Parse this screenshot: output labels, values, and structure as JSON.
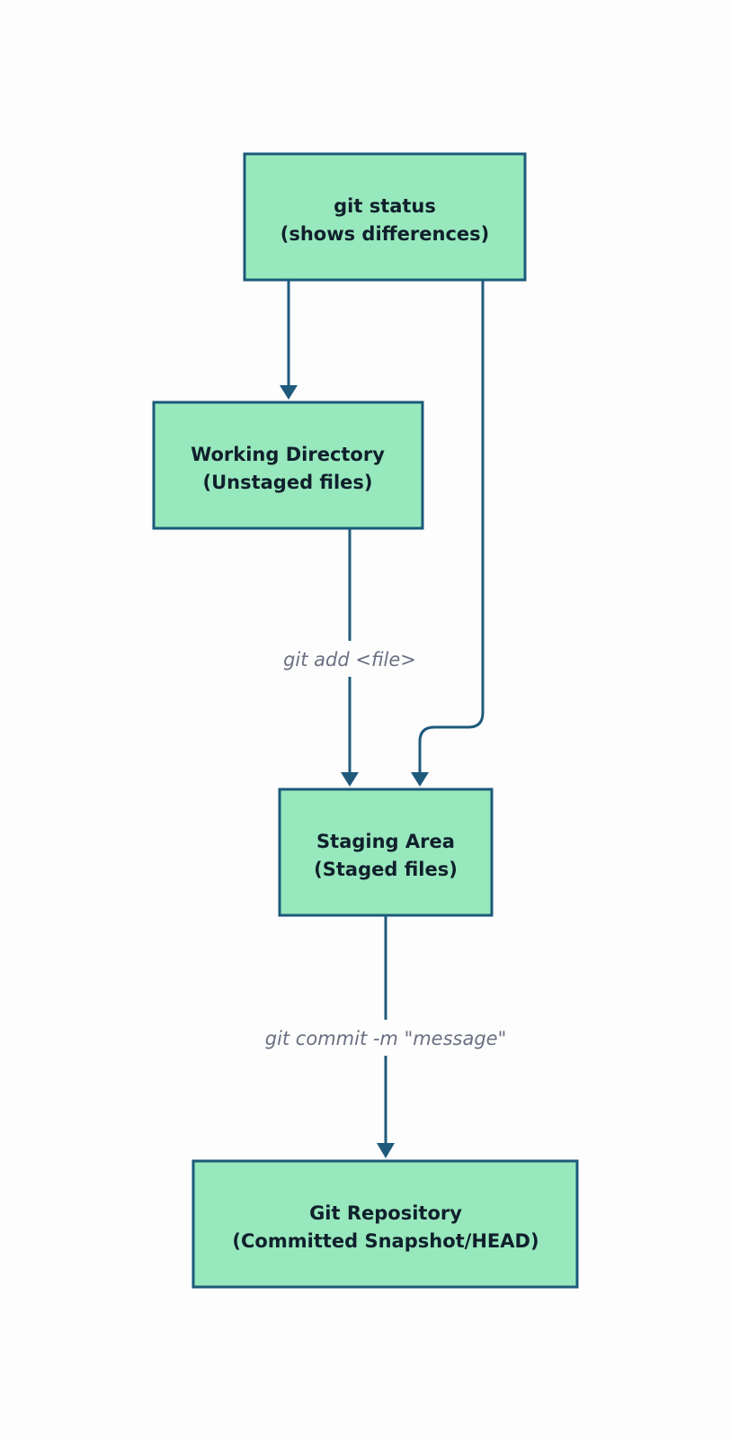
{
  "colors": {
    "node_fill": "#98e8bd",
    "node_stroke": "#1d5a7a",
    "edge": "#1f5a7c",
    "edge_label_text": "#6b7082",
    "node_text": "#10202c",
    "background": "#fdfdfd"
  },
  "nodes": {
    "git_status": {
      "line1": "git status",
      "line2": "(shows differences)"
    },
    "working_directory": {
      "line1": "Working Directory",
      "line2": "(Unstaged files)"
    },
    "staging_area": {
      "line1": "Staging Area",
      "line2": "(Staged files)"
    },
    "git_repository": {
      "line1": "Git Repository",
      "line2": "(Committed Snapshot/HEAD)"
    }
  },
  "edges": {
    "add": {
      "label": "git add <file>"
    },
    "commit": {
      "label": "git commit -m \"message\""
    }
  }
}
